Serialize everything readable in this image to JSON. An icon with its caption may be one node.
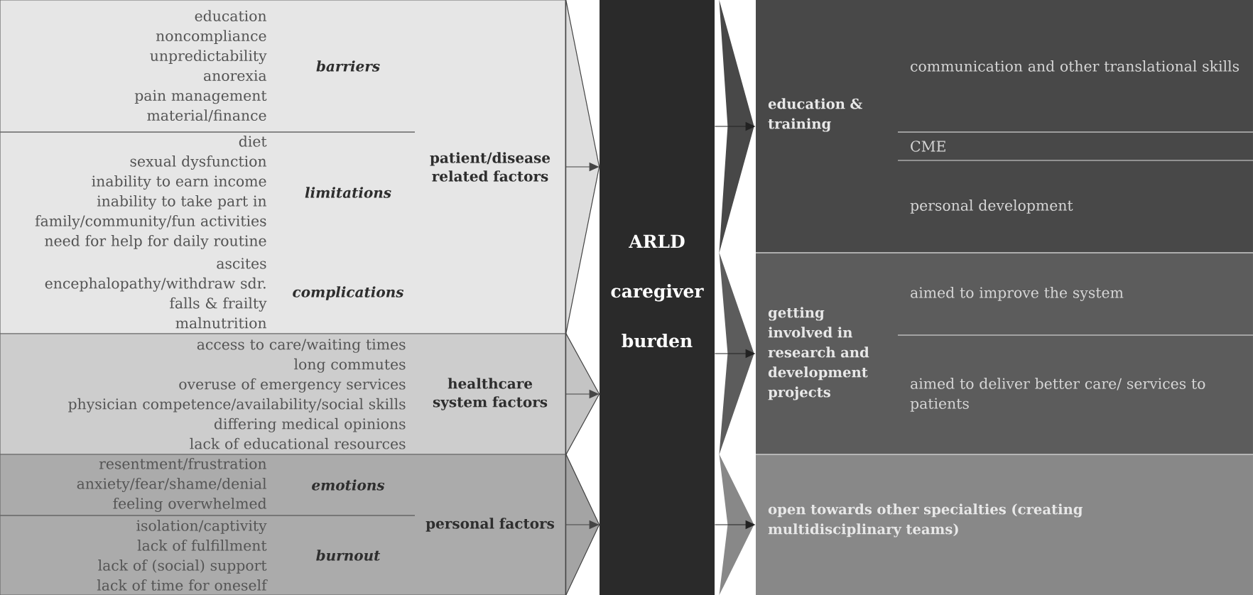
{
  "diagram": {
    "nodes": [
      {
        "text": [
          "patient/disease related factors"
        ]
      },
      {
        "text": [
          "barriers",
          "education",
          "noncompliance",
          "unpredictability",
          "anorexia",
          "pain management",
          "material/finance"
        ],
        "in": 0
      },
      {
        "text": [
          "limitations",
          "diet",
          "sexual dysfunction",
          "inability to earn income",
          "inability to take part in family/community/fun activities",
          "need for help for daily routine"
        ],
        "in": 0
      },
      {
        "text": [
          "complications",
          "ascites",
          "encephalopathy/withdraw sdr.",
          "falls & frailty",
          "malnutrition"
        ],
        "in": 0
      },
      {
        "text": [
          "healthcare system factors",
          "access to care/waiting times",
          "long commutes",
          "overuse of emergency services",
          "physician competence/availability/social skills",
          "differing medical opinions",
          "lack of educational resources"
        ]
      },
      {
        "text": [
          "personal factors"
        ]
      },
      {
        "text": [
          "emotions",
          "resentment/frustration",
          "anxiety/fear/shame/denial",
          "feeling overwhelmed"
        ],
        "in": 5
      },
      {
        "text": [
          "burnout",
          "isolation/captivity",
          "lack of fulfillment",
          "lack of (social) support",
          "lack of time for oneself"
        ],
        "in": 5
      },
      {
        "text": [
          "ARLD caregiver burden"
        ]
      },
      {
        "text": [
          "education & training"
        ]
      },
      {
        "text": [
          "communication and other translational skills"
        ],
        "in": 9
      },
      {
        "text": [
          "CME"
        ],
        "in": 9
      },
      {
        "text": [
          "personal development"
        ],
        "in": 9
      },
      {
        "text": [
          "getting involved in research and development projects"
        ]
      },
      {
        "text": [
          "aimed to improve the system"
        ],
        "in": 13
      },
      {
        "text": [
          "aimed to deliver better care/ services to patients"
        ],
        "in": 13
      },
      {
        "text": [
          "open towards other specialties (creating multidisciplinary teams)"
        ]
      }
    ],
    "edges": [
      {
        "from": 0,
        "to": 8,
        "arrow": "to"
      },
      {
        "from": 4,
        "to": 8,
        "arrow": "to"
      },
      {
        "from": 5,
        "to": 8,
        "arrow": "to"
      },
      {
        "from": 8,
        "to": 9,
        "arrow": "to"
      },
      {
        "from": 8,
        "to": 13,
        "arrow": "to"
      },
      {
        "from": 8,
        "to": 16,
        "arrow": "to"
      }
    ]
  }
}
